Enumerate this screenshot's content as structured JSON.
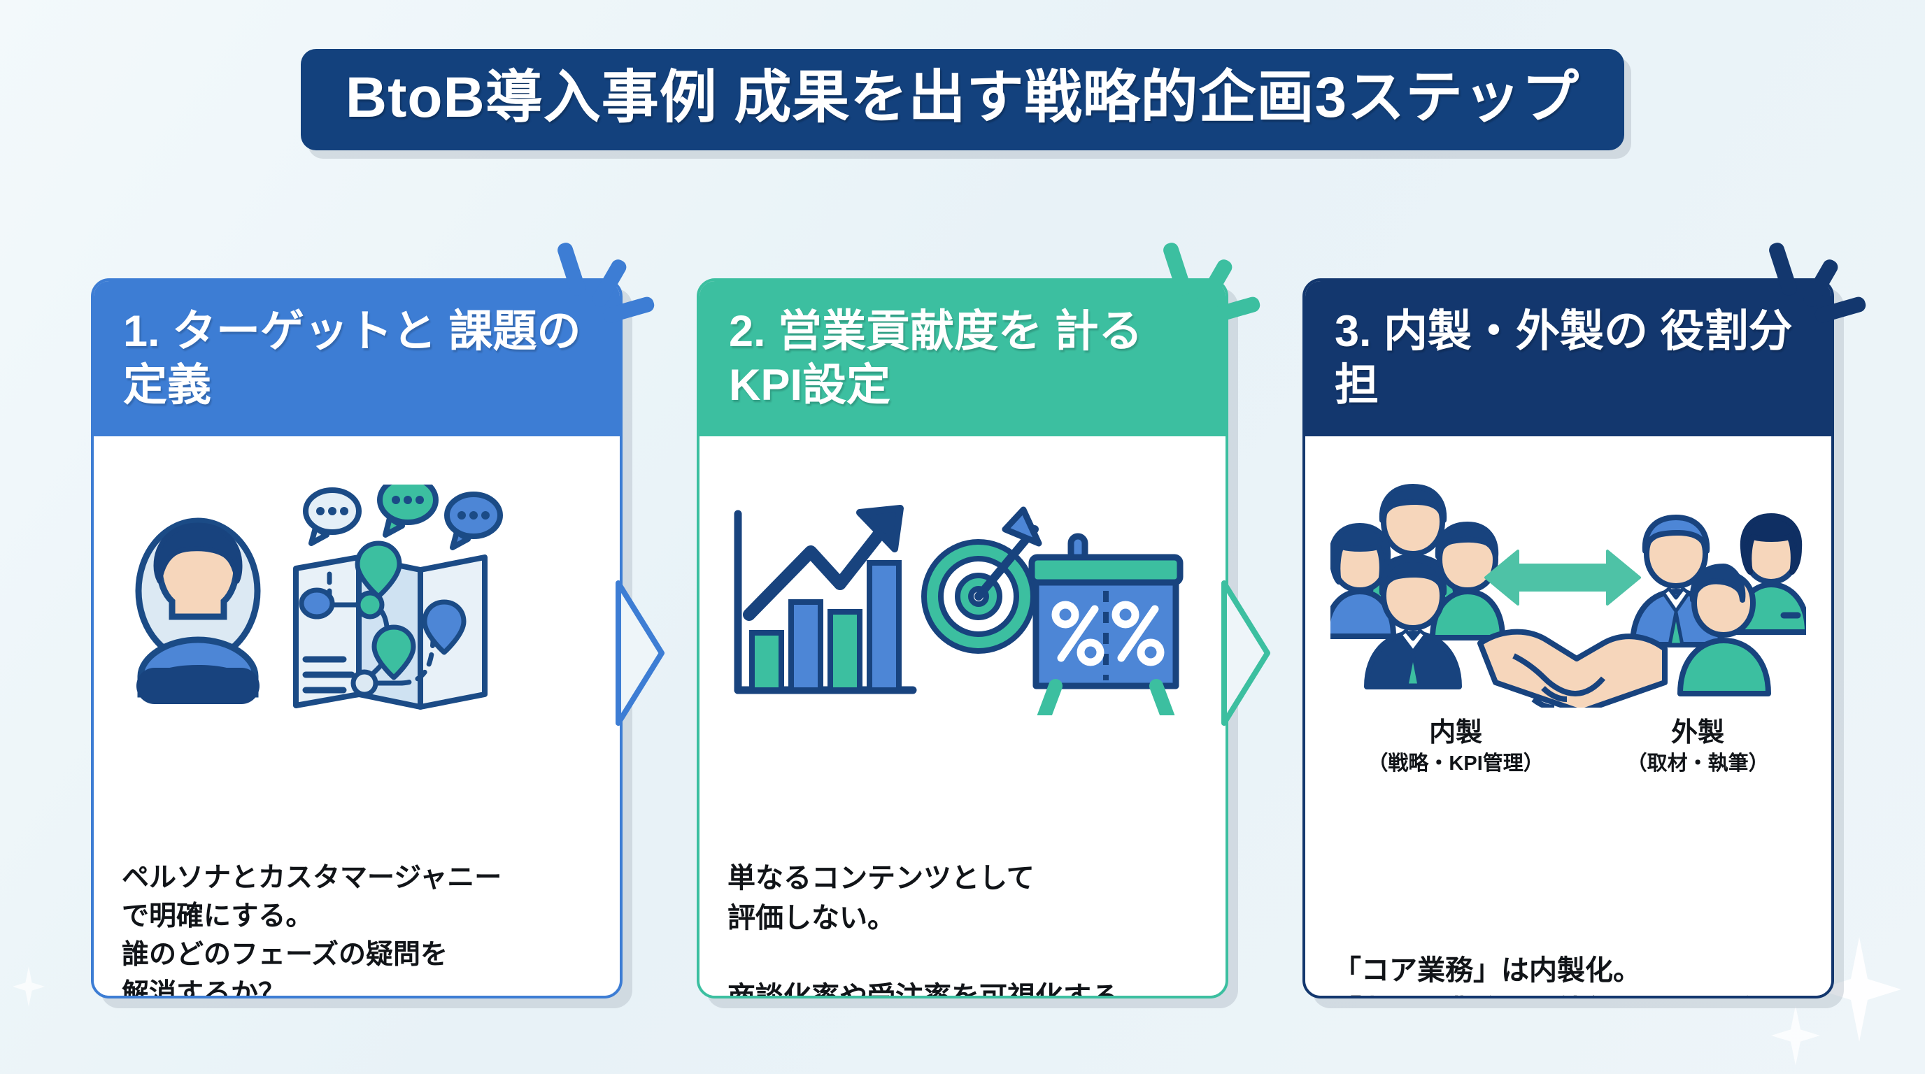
{
  "theme": {
    "background": "#eaf3f7",
    "title_bg": "#13417d",
    "title_fg": "#ffffff",
    "card1_accent": "#3d7dd4",
    "card2_accent": "#3cbfa0",
    "card3_accent": "#13376e",
    "body_text": "#111418",
    "card_bg": "#ffffff"
  },
  "header": {
    "title": "BtoB導入事例 成果を出す戦略的企画3ステップ"
  },
  "cards": [
    {
      "id": "step-1",
      "number": "1.",
      "heading": "1. ターゲットと\n課題の定義",
      "accent": "#3d7dd4",
      "illustration": "persona-and-customer-journey-map",
      "body": "ペルソナとカスタマージャニー\nで明確にする。\n誰のどのフェーズの疑問を\n解消するか？"
    },
    {
      "id": "step-2",
      "number": "2.",
      "heading": "2. 営業貢献度を\n計るKPI設定",
      "accent": "#3cbfa0",
      "illustration": "growth-chart-target-and-percent-board",
      "body": "単なるコンテンツとして\n評価しない。\n\n商談化率や受注率を可視化する。"
    },
    {
      "id": "step-3",
      "number": "3.",
      "heading": "3. 内製・外製の\n役割分担",
      "accent": "#13376e",
      "illustration": "two-teams-handshake-with-exchange-arrow",
      "roles": [
        {
          "label": "内製",
          "detail": "（戦略・KPI管理）"
        },
        {
          "label": "外製",
          "detail": "（取材・執筆）"
        }
      ],
      "body": "「コア業務」は内製化。\n「非コア業務」は外部リソース活用。"
    }
  ]
}
